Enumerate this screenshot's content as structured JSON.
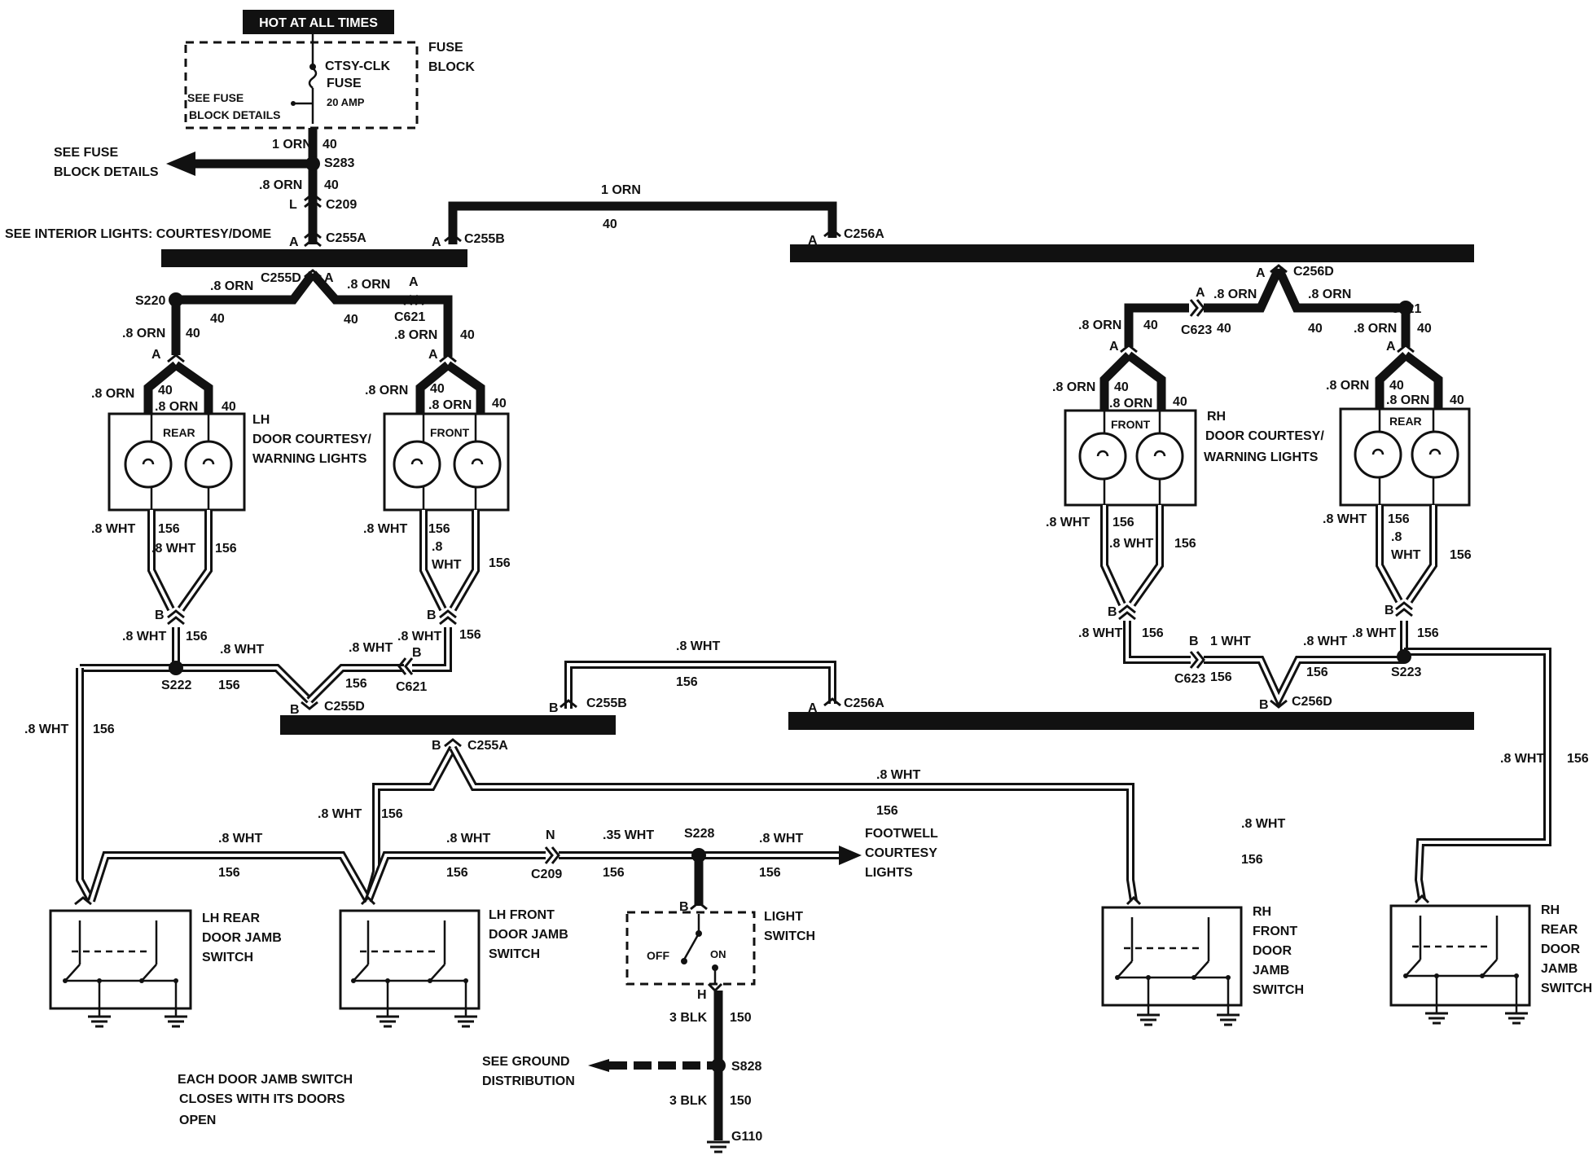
{
  "hot_at_all_times": "HOT AT ALL TIMES",
  "fuse_block": {
    "title_line1": "FUSE",
    "title_line2": "BLOCK",
    "fuse_line1": "CTSY-CLK",
    "fuse_line2": "FUSE",
    "fuse_amp": "20 AMP",
    "see_details_line1": "SEE FUSE",
    "see_details_line2": "BLOCK DETAILS"
  },
  "see_fuse_left_line1": "SEE FUSE",
  "see_fuse_left_line2": "BLOCK DETAILS",
  "see_interior": "SEE INTERIOR LIGHTS: COURTESY/DOME",
  "wires": {
    "w1orn": "1 ORN",
    "w08orn": ".8 ORN",
    "w08wht": ".8 WHT",
    "w1wht": "1 WHT",
    "w035wht": ".35 WHT",
    "w3blk": "3 BLK",
    "w08": ".8",
    "wht": "WHT",
    "c40": "40",
    "c156": "156",
    "c150": "150"
  },
  "pins": {
    "a": "A",
    "b": "B",
    "l": "L",
    "n": "N",
    "h": "H"
  },
  "splices": {
    "s283": "S283",
    "s220": "S220",
    "s221": "S221",
    "s222": "S222",
    "s223": "S223",
    "s228": "S228",
    "s828": "S828"
  },
  "connectors": {
    "c209": "C209",
    "c255a": "C255A",
    "c255b": "C255B",
    "c255d": "C255D",
    "c256a": "C256A",
    "c256d": "C256D",
    "c621": "C621",
    "c623": "C623"
  },
  "ground": "G110",
  "lh_lights": {
    "line1": "LH",
    "line2": "DOOR COURTESY/",
    "line3": "WARNING LIGHTS",
    "rear": "REAR",
    "front": "FRONT"
  },
  "rh_lights": {
    "line1": "RH",
    "line2": "DOOR COURTESY/",
    "line3": "WARNING LIGHTS",
    "front": "FRONT",
    "rear": "REAR"
  },
  "lh_rear_switch": {
    "line1": "LH REAR",
    "line2": "DOOR JAMB",
    "line3": "SWITCH"
  },
  "lh_front_switch": {
    "line1": "LH FRONT",
    "line2": "DOOR JAMB",
    "line3": "SWITCH"
  },
  "rh_front_switch": {
    "line1": "RH",
    "line2": "FRONT",
    "line3": "DOOR",
    "line4": "JAMB",
    "line5": "SWITCH"
  },
  "rh_rear_switch": {
    "line1": "RH",
    "line2": "REAR",
    "line3": "DOOR",
    "line4": "JAMB",
    "line5": "SWITCH"
  },
  "light_switch": {
    "line1": "LIGHT",
    "line2": "SWITCH",
    "off": "OFF",
    "on": "ON"
  },
  "footwell": {
    "line1": "FOOTWELL",
    "line2": "COURTESY",
    "line3": "LIGHTS"
  },
  "see_ground": {
    "line1": "SEE GROUND",
    "line2": "DISTRIBUTION"
  },
  "note": {
    "line1": "EACH DOOR JAMB SWITCH",
    "line2": "CLOSES WITH ITS DOORS",
    "line3": "OPEN"
  }
}
